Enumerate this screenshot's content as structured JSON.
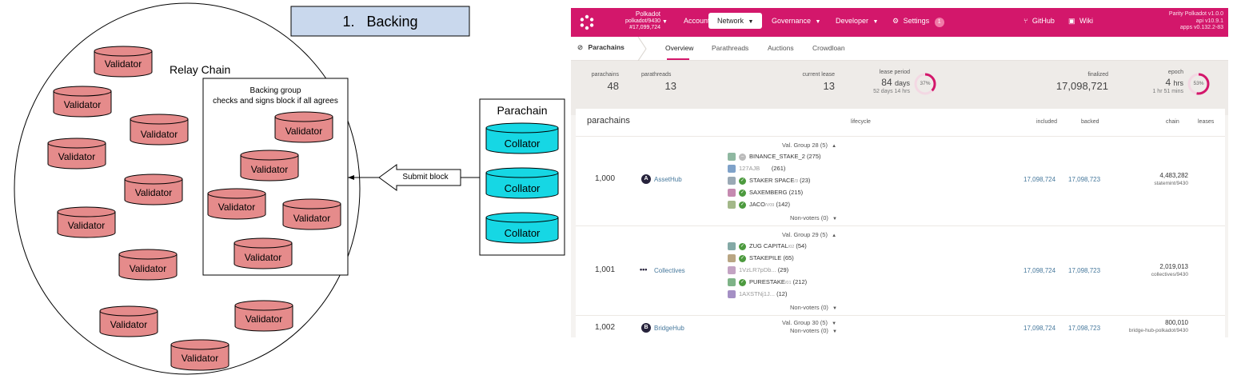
{
  "diagram": {
    "step_label": "1.   Backing",
    "relay_chain_label": "Relay Chain",
    "backing_group_title": "Backing group",
    "backing_group_subtitle": "checks and signs block if all agrees",
    "parachain_label": "Parachain",
    "submit_label": "Submit block",
    "validator_label": "Validator",
    "collator_label": "Collator",
    "colors": {
      "step_box": "#c9d8ed",
      "validator": "#e58b8b",
      "collator": "#16d7e4"
    }
  },
  "app": {
    "colors": {
      "brand": "#d3176b",
      "link": "#46789c",
      "check": "#4c9a3e"
    },
    "topbar": {
      "chain_name": "Polkadot",
      "chain_node": "polkadot/9430",
      "chain_block": "#17,099,724",
      "menu": {
        "accounts": "Accounts",
        "network": "Network",
        "governance": "Governance",
        "developer": "Developer",
        "settings": "Settings",
        "settings_badge": "1",
        "github": "GitHub",
        "wiki": "Wiki"
      },
      "version_line1": "Parity Polkadot v1.0.0",
      "version_line2": "api v10.9.1",
      "version_line3": "apps v0.132.2-83"
    },
    "subnav": {
      "section": "Parachains",
      "tabs": {
        "overview": "Overview",
        "parathreads": "Parathreads",
        "auctions": "Auctions",
        "crowdloan": "Crowdloan"
      }
    },
    "summary": {
      "parachains_label": "parachains",
      "parachains_value": "48",
      "parathreads_label": "parathreads",
      "parathreads_value": "13",
      "current_lease_label": "current lease",
      "current_lease_value": "13",
      "lease_period_label": "lease period",
      "lease_period_value": "84",
      "lease_period_unit": "days",
      "lease_period_remaining": "52 days 14 hrs",
      "lease_period_progress": 37,
      "lease_period_pct": "37%",
      "finalized_label": "finalized",
      "finalized_value": "17,098,721",
      "epoch_label": "epoch",
      "epoch_value": "4",
      "epoch_unit": "hrs",
      "epoch_remaining": "1 hr 51 mins",
      "epoch_progress": 53,
      "epoch_pct": "53%"
    },
    "table": {
      "title": "parachains",
      "headers": {
        "lifecycle": "lifecycle",
        "included": "included",
        "backed": "backed",
        "chain": "chain",
        "leases": "leases"
      },
      "rows": [
        {
          "id": "1,000",
          "name": "AssetHub",
          "icon": "A",
          "group": "Val. Group 28 (5)",
          "voters": [
            {
              "name": "BINANCE_STAKE_2",
              "count": "(275)",
              "sub": "",
              "status": "neutral"
            },
            {
              "name": "127AJB",
              "count": "(261)",
              "sub": "",
              "status": "none"
            },
            {
              "name": "STAKER SPACE",
              "count": "(23)",
              "sub": "/3",
              "status": "check"
            },
            {
              "name": "SAXEMBERG",
              "count": "(215)",
              "sub": "",
              "status": "check"
            },
            {
              "name": "JACO",
              "count": "(142)",
              "sub": "/V09",
              "status": "check"
            }
          ],
          "non_voters": "Non-voters (0)",
          "included": "17,098,724",
          "backed": "17,098,723",
          "chain_block": "4,483,282",
          "chain_name": "statemint/9430"
        },
        {
          "id": "1,001",
          "name": "Collectives",
          "icon": "ppl",
          "group": "Val. Group 29 (5)",
          "voters": [
            {
              "name": "ZUG CAPITAL",
              "count": "(54)",
              "sub": "/02",
              "status": "check"
            },
            {
              "name": "STAKEPILE",
              "count": "(65)",
              "sub": "",
              "status": "check"
            },
            {
              "name": "1VzLR7pDb...",
              "count": "(29)",
              "sub": "",
              "status": "none"
            },
            {
              "name": "PURESTAKE",
              "count": "(212)",
              "sub": "/01",
              "status": "check"
            },
            {
              "name": "1AXSTNj1J...",
              "count": "(12)",
              "sub": "",
              "status": "none"
            }
          ],
          "non_voters": "Non-voters (0)",
          "included": "17,098,724",
          "backed": "17,098,723",
          "chain_block": "2,019,013",
          "chain_name": "collectives/9430"
        },
        {
          "id": "1,002",
          "name": "BridgeHub",
          "icon": "B",
          "group": "Val. Group 30 (5)",
          "voters": [],
          "non_voters": "Non-voters (0)",
          "included": "17,098,724",
          "backed": "17,098,723",
          "chain_block": "800,010",
          "chain_name": "bridge-hub-polkadot/9430"
        }
      ]
    }
  }
}
